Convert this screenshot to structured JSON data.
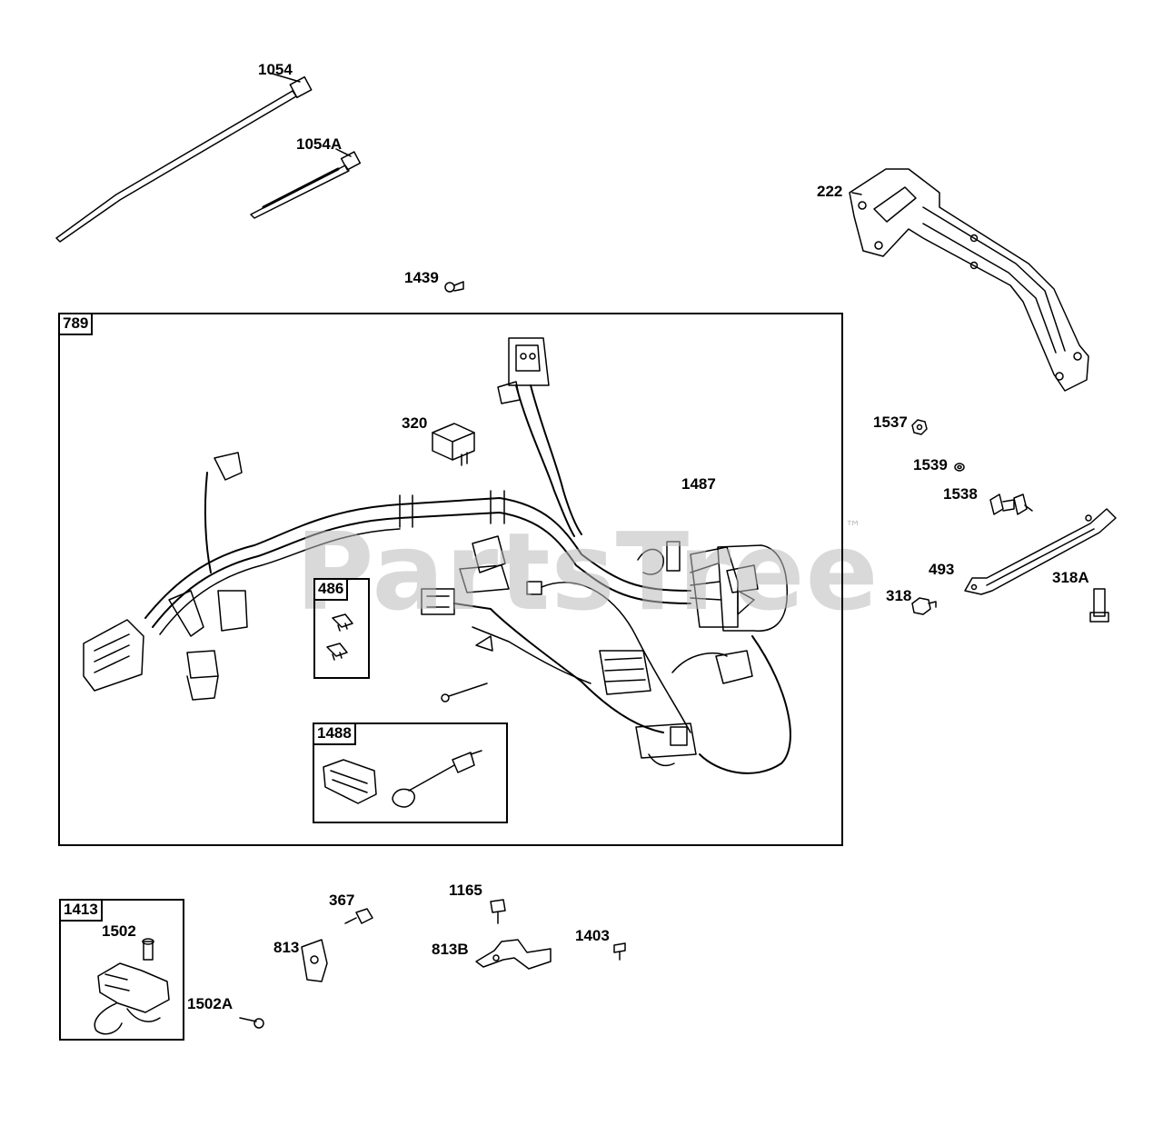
{
  "watermark": {
    "text": "PartsTree",
    "trademark": "™"
  },
  "boxes": {
    "b789": "789",
    "b486": "486",
    "b1488": "1488",
    "b1413": "1413"
  },
  "labels": {
    "l1054": "1054",
    "l1054A": "1054A",
    "l222": "222",
    "l1439": "1439",
    "l320": "320",
    "l1487": "1487",
    "l1537": "1537",
    "l1539": "1539",
    "l1538": "1538",
    "l493": "493",
    "l318": "318",
    "l318A": "318A",
    "l1502": "1502",
    "l1502A": "1502A",
    "l367": "367",
    "l813": "813",
    "l1165": "1165",
    "l813B": "813B",
    "l1403": "1403"
  },
  "colors": {
    "line": "#000000",
    "watermark": "#b9b9b9"
  }
}
